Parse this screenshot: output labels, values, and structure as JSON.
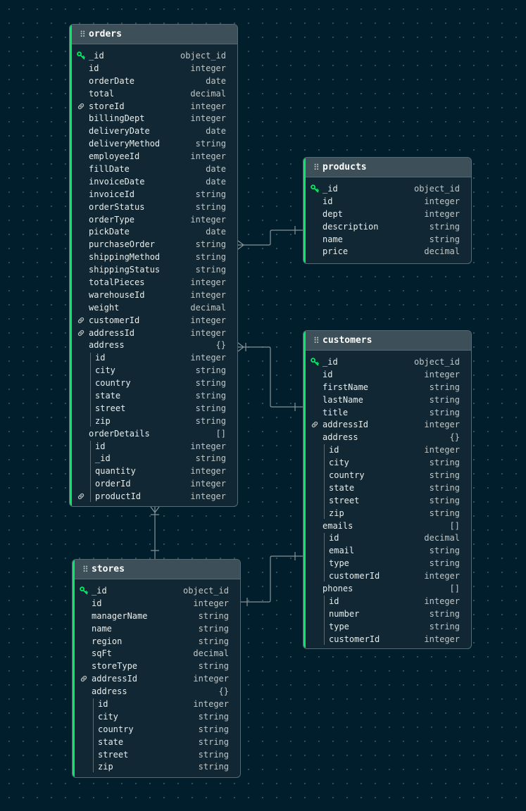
{
  "colors": {
    "canvas": "#001e2b",
    "card": "#112733",
    "header": "#3d4f58",
    "accent": "#00ed64",
    "key_icon": "#00ed64",
    "link_icon": "#c1c7c6",
    "relationship_line": "#889397"
  },
  "collections": [
    {
      "name": "orders",
      "fields": [
        {
          "name": "_id",
          "type": "object_id",
          "icon": "key-icon",
          "depth": 0
        },
        {
          "name": "id",
          "type": "integer",
          "depth": 0
        },
        {
          "name": "orderDate",
          "type": "date",
          "depth": 0
        },
        {
          "name": "total",
          "type": "decimal",
          "depth": 0
        },
        {
          "name": "storeId",
          "type": "integer",
          "icon": "link-icon",
          "depth": 0
        },
        {
          "name": "billingDept",
          "type": "integer",
          "depth": 0
        },
        {
          "name": "deliveryDate",
          "type": "date",
          "depth": 0
        },
        {
          "name": "deliveryMethod",
          "type": "string",
          "depth": 0
        },
        {
          "name": "employeeId",
          "type": "integer",
          "depth": 0
        },
        {
          "name": "fillDate",
          "type": "date",
          "depth": 0
        },
        {
          "name": "invoiceDate",
          "type": "date",
          "depth": 0
        },
        {
          "name": "invoiceId",
          "type": "string",
          "depth": 0
        },
        {
          "name": "orderStatus",
          "type": "string",
          "depth": 0
        },
        {
          "name": "orderType",
          "type": "integer",
          "depth": 0
        },
        {
          "name": "pickDate",
          "type": "date",
          "depth": 0
        },
        {
          "name": "purchaseOrder",
          "type": "string",
          "depth": 0
        },
        {
          "name": "shippingMethod",
          "type": "string",
          "depth": 0
        },
        {
          "name": "shippingStatus",
          "type": "string",
          "depth": 0
        },
        {
          "name": "totalPieces",
          "type": "integer",
          "depth": 0
        },
        {
          "name": "warehouseId",
          "type": "integer",
          "depth": 0
        },
        {
          "name": "weight",
          "type": "decimal",
          "depth": 0
        },
        {
          "name": "customerId",
          "type": "integer",
          "icon": "link-icon",
          "depth": 0
        },
        {
          "name": "addressId",
          "type": "integer",
          "icon": "link-icon",
          "depth": 0
        },
        {
          "name": "address",
          "type": "{}",
          "depth": 0
        },
        {
          "name": "id",
          "type": "integer",
          "depth": 1
        },
        {
          "name": "city",
          "type": "string",
          "depth": 1
        },
        {
          "name": "country",
          "type": "string",
          "depth": 1
        },
        {
          "name": "state",
          "type": "string",
          "depth": 1
        },
        {
          "name": "street",
          "type": "string",
          "depth": 1
        },
        {
          "name": "zip",
          "type": "string",
          "depth": 1
        },
        {
          "name": "orderDetails",
          "type": "[]",
          "depth": 0
        },
        {
          "name": "id",
          "type": "integer",
          "depth": 1
        },
        {
          "name": "_id",
          "type": "string",
          "depth": 1
        },
        {
          "name": "quantity",
          "type": "integer",
          "depth": 1
        },
        {
          "name": "orderId",
          "type": "integer",
          "depth": 1
        },
        {
          "name": "productId",
          "type": "integer",
          "icon": "link-icon",
          "depth": 1
        }
      ]
    },
    {
      "name": "products",
      "fields": [
        {
          "name": "_id",
          "type": "object_id",
          "icon": "key-icon",
          "depth": 0
        },
        {
          "name": "id",
          "type": "integer",
          "depth": 0
        },
        {
          "name": "dept",
          "type": "integer",
          "depth": 0
        },
        {
          "name": "description",
          "type": "string",
          "depth": 0
        },
        {
          "name": "name",
          "type": "string",
          "depth": 0
        },
        {
          "name": "price",
          "type": "decimal",
          "depth": 0
        }
      ]
    },
    {
      "name": "customers",
      "fields": [
        {
          "name": "_id",
          "type": "object_id",
          "icon": "key-icon",
          "depth": 0
        },
        {
          "name": "id",
          "type": "integer",
          "depth": 0
        },
        {
          "name": "firstName",
          "type": "string",
          "depth": 0
        },
        {
          "name": "lastName",
          "type": "string",
          "depth": 0
        },
        {
          "name": "title",
          "type": "string",
          "depth": 0
        },
        {
          "name": "addressId",
          "type": "integer",
          "icon": "link-icon",
          "depth": 0
        },
        {
          "name": "address",
          "type": "{}",
          "depth": 0
        },
        {
          "name": "id",
          "type": "integer",
          "depth": 1
        },
        {
          "name": "city",
          "type": "string",
          "depth": 1
        },
        {
          "name": "country",
          "type": "string",
          "depth": 1
        },
        {
          "name": "state",
          "type": "string",
          "depth": 1
        },
        {
          "name": "street",
          "type": "string",
          "depth": 1
        },
        {
          "name": "zip",
          "type": "string",
          "depth": 1
        },
        {
          "name": "emails",
          "type": "[]",
          "depth": 0
        },
        {
          "name": "id",
          "type": "decimal",
          "depth": 1
        },
        {
          "name": "email",
          "type": "string",
          "depth": 1
        },
        {
          "name": "type",
          "type": "string",
          "depth": 1
        },
        {
          "name": "customerId",
          "type": "integer",
          "depth": 1
        },
        {
          "name": "phones",
          "type": "[]",
          "depth": 0
        },
        {
          "name": "id",
          "type": "integer",
          "depth": 1
        },
        {
          "name": "number",
          "type": "string",
          "depth": 1
        },
        {
          "name": "type",
          "type": "string",
          "depth": 1
        },
        {
          "name": "customerId",
          "type": "integer",
          "depth": 1
        }
      ]
    },
    {
      "name": "stores",
      "fields": [
        {
          "name": "_id",
          "type": "object_id",
          "icon": "key-icon",
          "depth": 0
        },
        {
          "name": "id",
          "type": "integer",
          "depth": 0
        },
        {
          "name": "managerName",
          "type": "string",
          "depth": 0
        },
        {
          "name": "name",
          "type": "string",
          "depth": 0
        },
        {
          "name": "region",
          "type": "string",
          "depth": 0
        },
        {
          "name": "sqFt",
          "type": "decimal",
          "depth": 0
        },
        {
          "name": "storeType",
          "type": "string",
          "depth": 0
        },
        {
          "name": "addressId",
          "type": "integer",
          "icon": "link-icon",
          "depth": 0
        },
        {
          "name": "address",
          "type": "{}",
          "depth": 0
        },
        {
          "name": "id",
          "type": "integer",
          "depth": 1
        },
        {
          "name": "city",
          "type": "string",
          "depth": 1
        },
        {
          "name": "country",
          "type": "string",
          "depth": 1
        },
        {
          "name": "state",
          "type": "string",
          "depth": 1
        },
        {
          "name": "street",
          "type": "string",
          "depth": 1
        },
        {
          "name": "zip",
          "type": "string",
          "depth": 1
        }
      ]
    }
  ],
  "relationships": [
    {
      "from": "orders",
      "to": "products",
      "from_cardinality": "many",
      "to_cardinality": "one"
    },
    {
      "from": "orders",
      "to": "customers",
      "from_cardinality": "many",
      "to_cardinality": "one"
    },
    {
      "from": "orders",
      "to": "stores",
      "from_cardinality": "many",
      "to_cardinality": "one"
    },
    {
      "from": "stores",
      "to": "customers",
      "from_cardinality": "one",
      "to_cardinality": "one"
    }
  ]
}
